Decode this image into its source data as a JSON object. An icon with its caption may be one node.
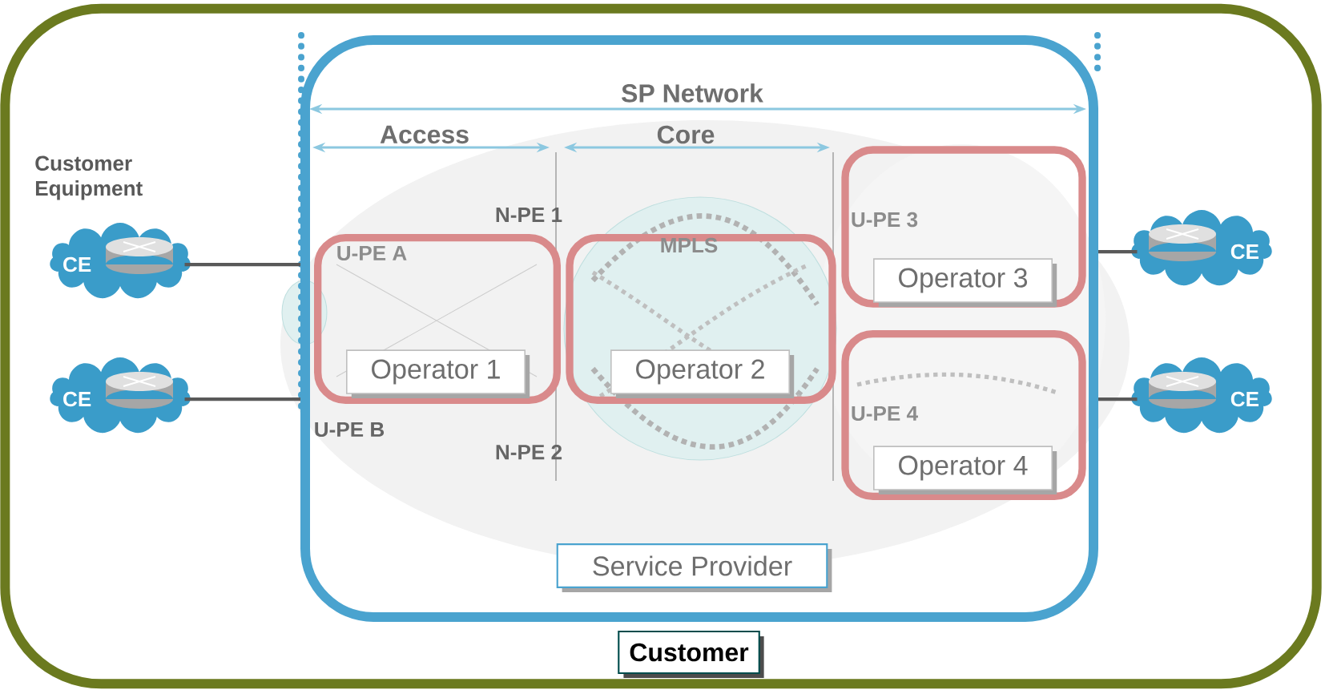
{
  "diagram": {
    "nodes": [
      {
        "text": [
          "Customer"
        ]
      },
      {
        "text": [
          "Service Provider"
        ],
        "in": 0
      },
      {
        "text": [
          "Operator 1"
        ],
        "in": 1
      },
      {
        "text": [
          "Operator 2"
        ],
        "in": 1
      },
      {
        "text": [
          "Operator 3"
        ],
        "in": 1
      },
      {
        "text": [
          "Operator 4"
        ],
        "in": 1
      },
      {
        "text": [
          "CE"
        ],
        "in": 0
      },
      {
        "text": [
          "CE"
        ],
        "in": 0
      },
      {
        "text": [
          "CE"
        ],
        "in": 0
      },
      {
        "text": [
          "CE"
        ],
        "in": 0
      }
    ],
    "edges": [
      {
        "from": 6,
        "to": 1,
        "arrow": "none"
      },
      {
        "from": 7,
        "to": 1,
        "arrow": "none"
      },
      {
        "from": 8,
        "to": 1,
        "arrow": "none"
      },
      {
        "from": 9,
        "to": 1,
        "arrow": "none"
      }
    ],
    "labels": [
      "SP Network",
      "Access",
      "Core",
      "Customer Equipment",
      "N-PE 1",
      "U-PE A",
      "MPLS",
      "U-PE 3",
      "U-PE 4",
      "U-PE B",
      "N-PE 2"
    ]
  }
}
